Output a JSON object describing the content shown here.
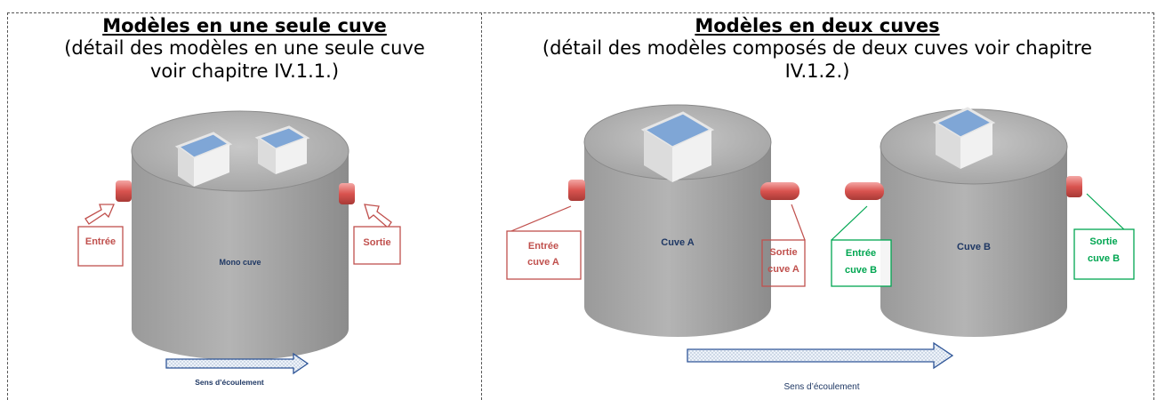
{
  "left_panel": {
    "title": "Modèles en une seule cuve",
    "subtitle_line1": "(détail des modèles en une seule cuve",
    "subtitle_line2": "voir chapitre IV.1.1.)",
    "tank_label": "Mono cuve",
    "inlet_label": "Entrée",
    "outlet_label": "Sortie",
    "flow_label": "Sens d’écoulement"
  },
  "right_panel": {
    "title": "Modèles en deux cuves",
    "subtitle_line1": "(détail des modèles composés de deux cuves voir chapitre",
    "subtitle_line2": "IV.1.2.)",
    "tank_a_label": "Cuve A",
    "tank_b_label": "Cuve B",
    "inlet_a_line1": "Entrée",
    "inlet_a_line2": "cuve A",
    "outlet_a_line1": "Sortie",
    "outlet_a_line2": "cuve A",
    "inlet_b_line1": "Entrée",
    "inlet_b_line2": "cuve B",
    "outlet_b_line1": "Sortie",
    "outlet_b_line2": "cuve B",
    "flow_label": "Sens d’écoulement"
  },
  "colors": {
    "tank_fill": "#a6a6a6",
    "tank_top": "#bdbdbd",
    "red_label": "#c0504d",
    "green_label": "#00a651",
    "blue_text": "#1f3864",
    "window_blue": "#8eb4e3"
  }
}
